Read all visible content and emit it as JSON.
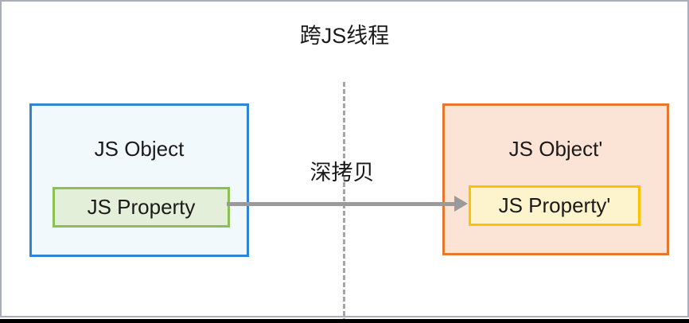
{
  "diagram": {
    "title": "跨JS线程",
    "divider": {
      "style": "dashed",
      "color": "#a6a6a6"
    },
    "arrow": {
      "label": "深拷贝",
      "color": "#9a9a9a",
      "direction": "left-to-right"
    },
    "source_box": {
      "title": "JS Object",
      "border_color": "#2e86d4",
      "fill_color": "#f2f9fd",
      "property": {
        "label": "JS Property",
        "border_color": "#8cc152",
        "fill_color": "#e3efd8"
      }
    },
    "target_box": {
      "title": "JS Object'",
      "border_color": "#e8772e",
      "fill_color": "#fbe3d5",
      "property": {
        "label": "JS Property'",
        "border_color": "#ffc000",
        "fill_color": "#fdf3cd"
      }
    }
  }
}
